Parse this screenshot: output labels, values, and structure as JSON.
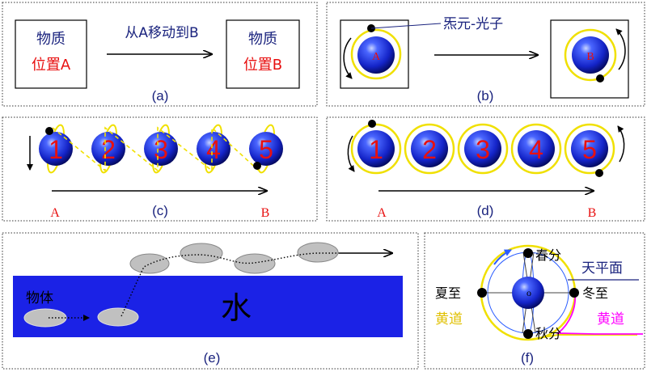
{
  "panel_a": {
    "box_a_line1": "物质",
    "box_a_line2": "位置A",
    "arrow_label": "从A移动到B",
    "box_b_line1": "物质",
    "box_b_line2": "位置B",
    "caption": "(a)"
  },
  "panel_b": {
    "ball_a_label": "A",
    "ball_b_label": "B",
    "callout": "炁元-光子",
    "caption": "(b)"
  },
  "panel_c": {
    "balls": [
      "1",
      "2",
      "3",
      "4",
      "5"
    ],
    "start_label": "A",
    "end_label": "B",
    "caption": "(c)"
  },
  "panel_d": {
    "balls": [
      "1",
      "2",
      "3",
      "4",
      "5"
    ],
    "start_label": "A",
    "end_label": "B",
    "caption": "(d)"
  },
  "panel_e": {
    "object_label": "物体",
    "water_label": "水",
    "caption": "(e)"
  },
  "panel_f": {
    "spring_equinox": "春分",
    "autumn_equinox": "秋分",
    "summer_solstice": "夏至",
    "winter_solstice": "冬至",
    "celestial_plane": "天平面",
    "ecliptic_left": "黄道",
    "ecliptic_right": "黄道",
    "center_label": "o",
    "caption": "(f)"
  },
  "colors": {
    "ball_blue": "#1a2fd0",
    "ring_yellow": "#f0e000",
    "water_blue": "#1b22e6",
    "label_red": "#e81010",
    "callout_navy": "#1a237e",
    "ecliptic_magenta": "#ff00ff"
  }
}
